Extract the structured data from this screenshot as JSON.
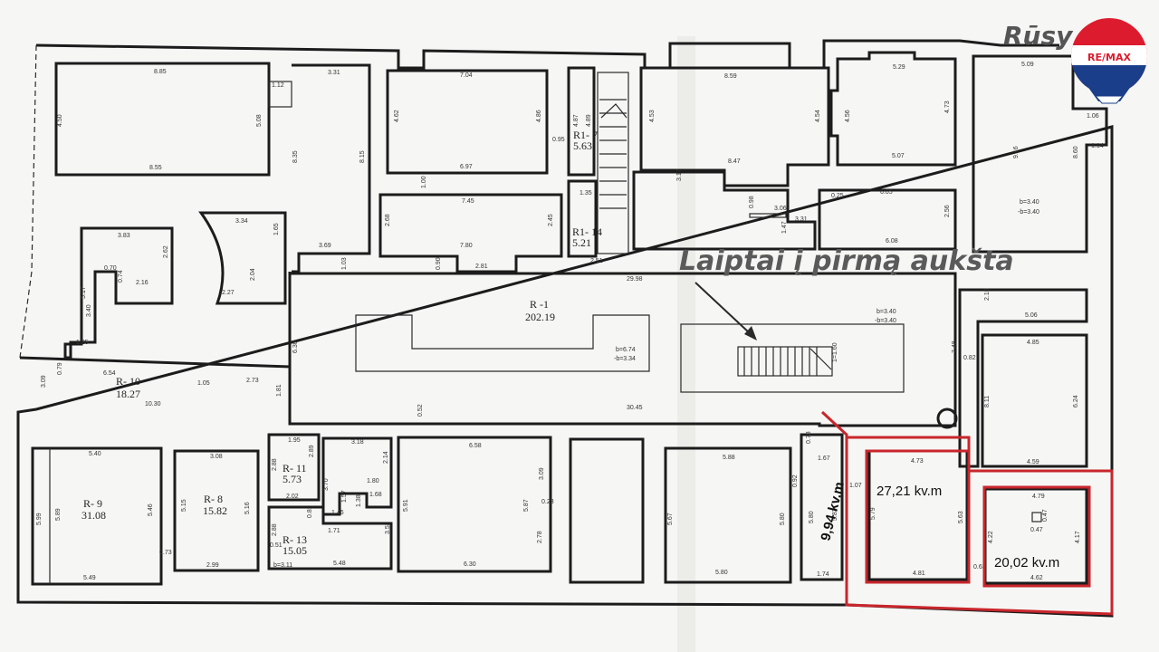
{
  "brand": {
    "logo_text": "RE/MAX",
    "partial_title": "Rūsy",
    "colors": {
      "red": "#dc1c2e",
      "blue": "#1a3e8a",
      "white": "#ffffff"
    }
  },
  "callout": {
    "text": "Laiptai į pirmą aukšta"
  },
  "highlight_color": "#c8262c",
  "highlighted_areas": [
    {
      "id": "area-1",
      "label": "9,94 kv.m"
    },
    {
      "id": "area-2",
      "label": "27,21 kv.m"
    },
    {
      "id": "area-3",
      "label": "20,02 kv.m"
    }
  ],
  "rooms": [
    {
      "id": "r1",
      "name": "R -1",
      "area": "202.19"
    },
    {
      "id": "r10",
      "name": "R- 10",
      "area": "18.27"
    },
    {
      "id": "r9",
      "name": "R- 9",
      "area": "31.08"
    },
    {
      "id": "r8",
      "name": "R- 8",
      "area": "15.82"
    },
    {
      "id": "r11",
      "name": "R- 11",
      "area": "5.73"
    },
    {
      "id": "r13",
      "name": "R- 13",
      "area": "15.05"
    },
    {
      "id": "r17",
      "name": "R1- 7",
      "area": "5.63"
    },
    {
      "id": "r114",
      "name": "R1- 14",
      "area": "5.21"
    }
  ],
  "dimensions": {
    "d1": "8.85",
    "d2": "8.55",
    "d3": "4.50",
    "d4": "5.08",
    "d5": "1.12",
    "d6": "3.31",
    "d7": "8.35",
    "d8": "8.15",
    "d9": "3.34",
    "d10": "1.65",
    "d11": "2.04",
    "d12": "2.27",
    "d13": "3.69",
    "d14": "3.83",
    "d15": "2.62",
    "d16": "5.17",
    "d17": "3.40",
    "d18": "0.70",
    "d19": "0.74",
    "d20": "2.16",
    "d21": "1.25",
    "d22": "7.04",
    "d23": "4.62",
    "d24": "4.86",
    "d25": "6.97",
    "d26": "0.95",
    "d27": "7.45",
    "d28": "2.68",
    "d29": "2.45",
    "d30": "7.80",
    "d31": "2.81",
    "d32": "1.00",
    "d33": "0.90",
    "d34": "1.03",
    "d35": "4.87",
    "d36": "4.89",
    "d37": "1.35",
    "d38": "2.51",
    "d39": "8.59",
    "d40": "4.53",
    "d41": "4.54",
    "d42": "8.47",
    "d43": "3.17",
    "d44": "5.29",
    "d45": "4.56",
    "d46": "4.73",
    "d47": "5.07",
    "d48": "0.98",
    "d49": "3.06",
    "d50": "3.31",
    "d51": "1.47",
    "d52": "0.25",
    "d53": "6.05",
    "d54": "6.08",
    "d55": "2.56",
    "d56": "5.09",
    "d57": "9.16",
    "d58": "1.06",
    "d59": "8.60",
    "d60": "1.14",
    "d61": "b=3.40",
    "d62": "-b=3.40",
    "d63": "29.98",
    "d64": "6.30",
    "d65": "b=6.74",
    "d66": "-b=3.34",
    "d67": "1=1.60",
    "d68": "b=3.40",
    "d69": "-b=3.40",
    "d70": "2.15",
    "d71": "5.06",
    "d72": "4.85",
    "d73": "7.48",
    "d74": "0.82",
    "d75": "8.11",
    "d76": "6.24",
    "d77": "6.54",
    "d78": "1.05",
    "d79": "2.73",
    "d80": "10.30",
    "d81": "1.81",
    "d82": "3.09",
    "d83": "0.79",
    "d84": "30.45",
    "d85": "0.52",
    "d86": "5.40",
    "d87": "5.99",
    "d88": "5.89",
    "d89": "5.46",
    "d90": "5.49",
    "d91": "0.73",
    "d92": "3.08",
    "d93": "5.15",
    "d94": "5.16",
    "d95": "2.99",
    "d96": "1.95",
    "d97": "2.88",
    "d98": "2.89",
    "d99": "3.18",
    "d100": "2.14",
    "d101": "1.80",
    "d102": "3.70",
    "d103": "1.57",
    "d104": "1.38",
    "d105": "1.68",
    "d106": "1.46",
    "d107": "2.02",
    "d108": "0.81",
    "d109": "1.71",
    "d110": "3.53",
    "d111": "0.51",
    "d112": "b=3.11",
    "d113": "5.48",
    "d114": "6.58",
    "d115": "5.91",
    "d116": "3.09",
    "d117": "5.87",
    "d118": "0.23",
    "d119": "2.78",
    "d120": "6.30",
    "d121": "5.88",
    "d122": "5.67",
    "d123": "5.80",
    "d124": "5.80",
    "d125": "0.78",
    "d126": "1.67",
    "d127": "0.92",
    "d128": "1.07",
    "d129": "5.83",
    "d130": "5.80",
    "d131": "1.74",
    "d132": "4.73",
    "d133": "5.79",
    "d134": "5.63",
    "d135": "4.81",
    "d136": "4.79",
    "d137": "0.47",
    "d138": "0.47",
    "d139": "4.22",
    "d140": "4.17",
    "d141": "0.63",
    "d142": "4.62",
    "d143": "4.59"
  }
}
